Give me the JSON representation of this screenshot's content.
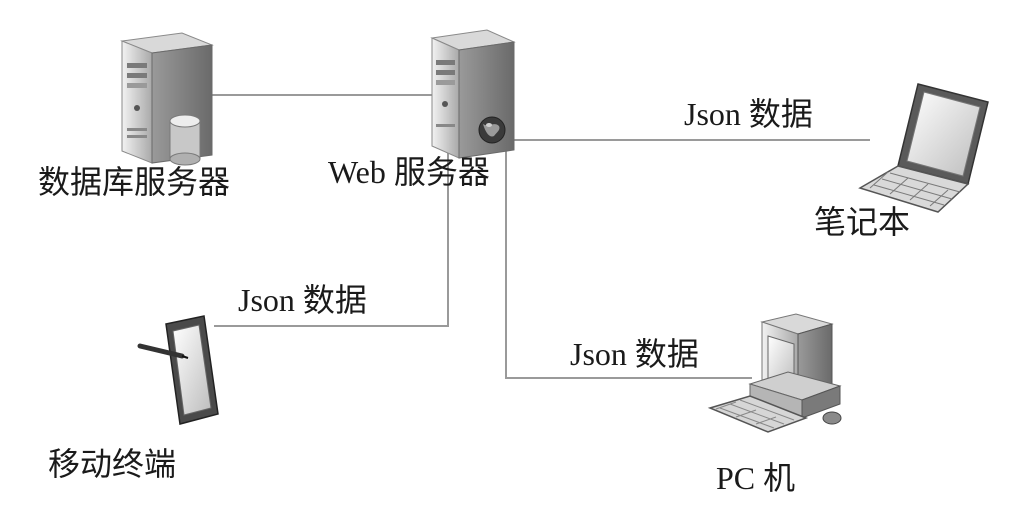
{
  "nodes": {
    "db_server": {
      "label": "数据库服务器"
    },
    "web_server": {
      "label": "Web 服务器"
    },
    "laptop": {
      "label": "笔记本"
    },
    "mobile": {
      "label": "移动终端"
    },
    "pc": {
      "label": "PC 机"
    }
  },
  "edges": {
    "laptop_link": {
      "label": "Json 数据"
    },
    "mobile_link": {
      "label": "Json 数据"
    },
    "pc_link": {
      "label": "Json 数据"
    }
  },
  "colors": {
    "line": "#9a9a9a",
    "device_light": "#e6e6e6",
    "device_mid": "#bdbdbd",
    "device_dark": "#6f6f6f",
    "text": "#1a1a1a"
  }
}
